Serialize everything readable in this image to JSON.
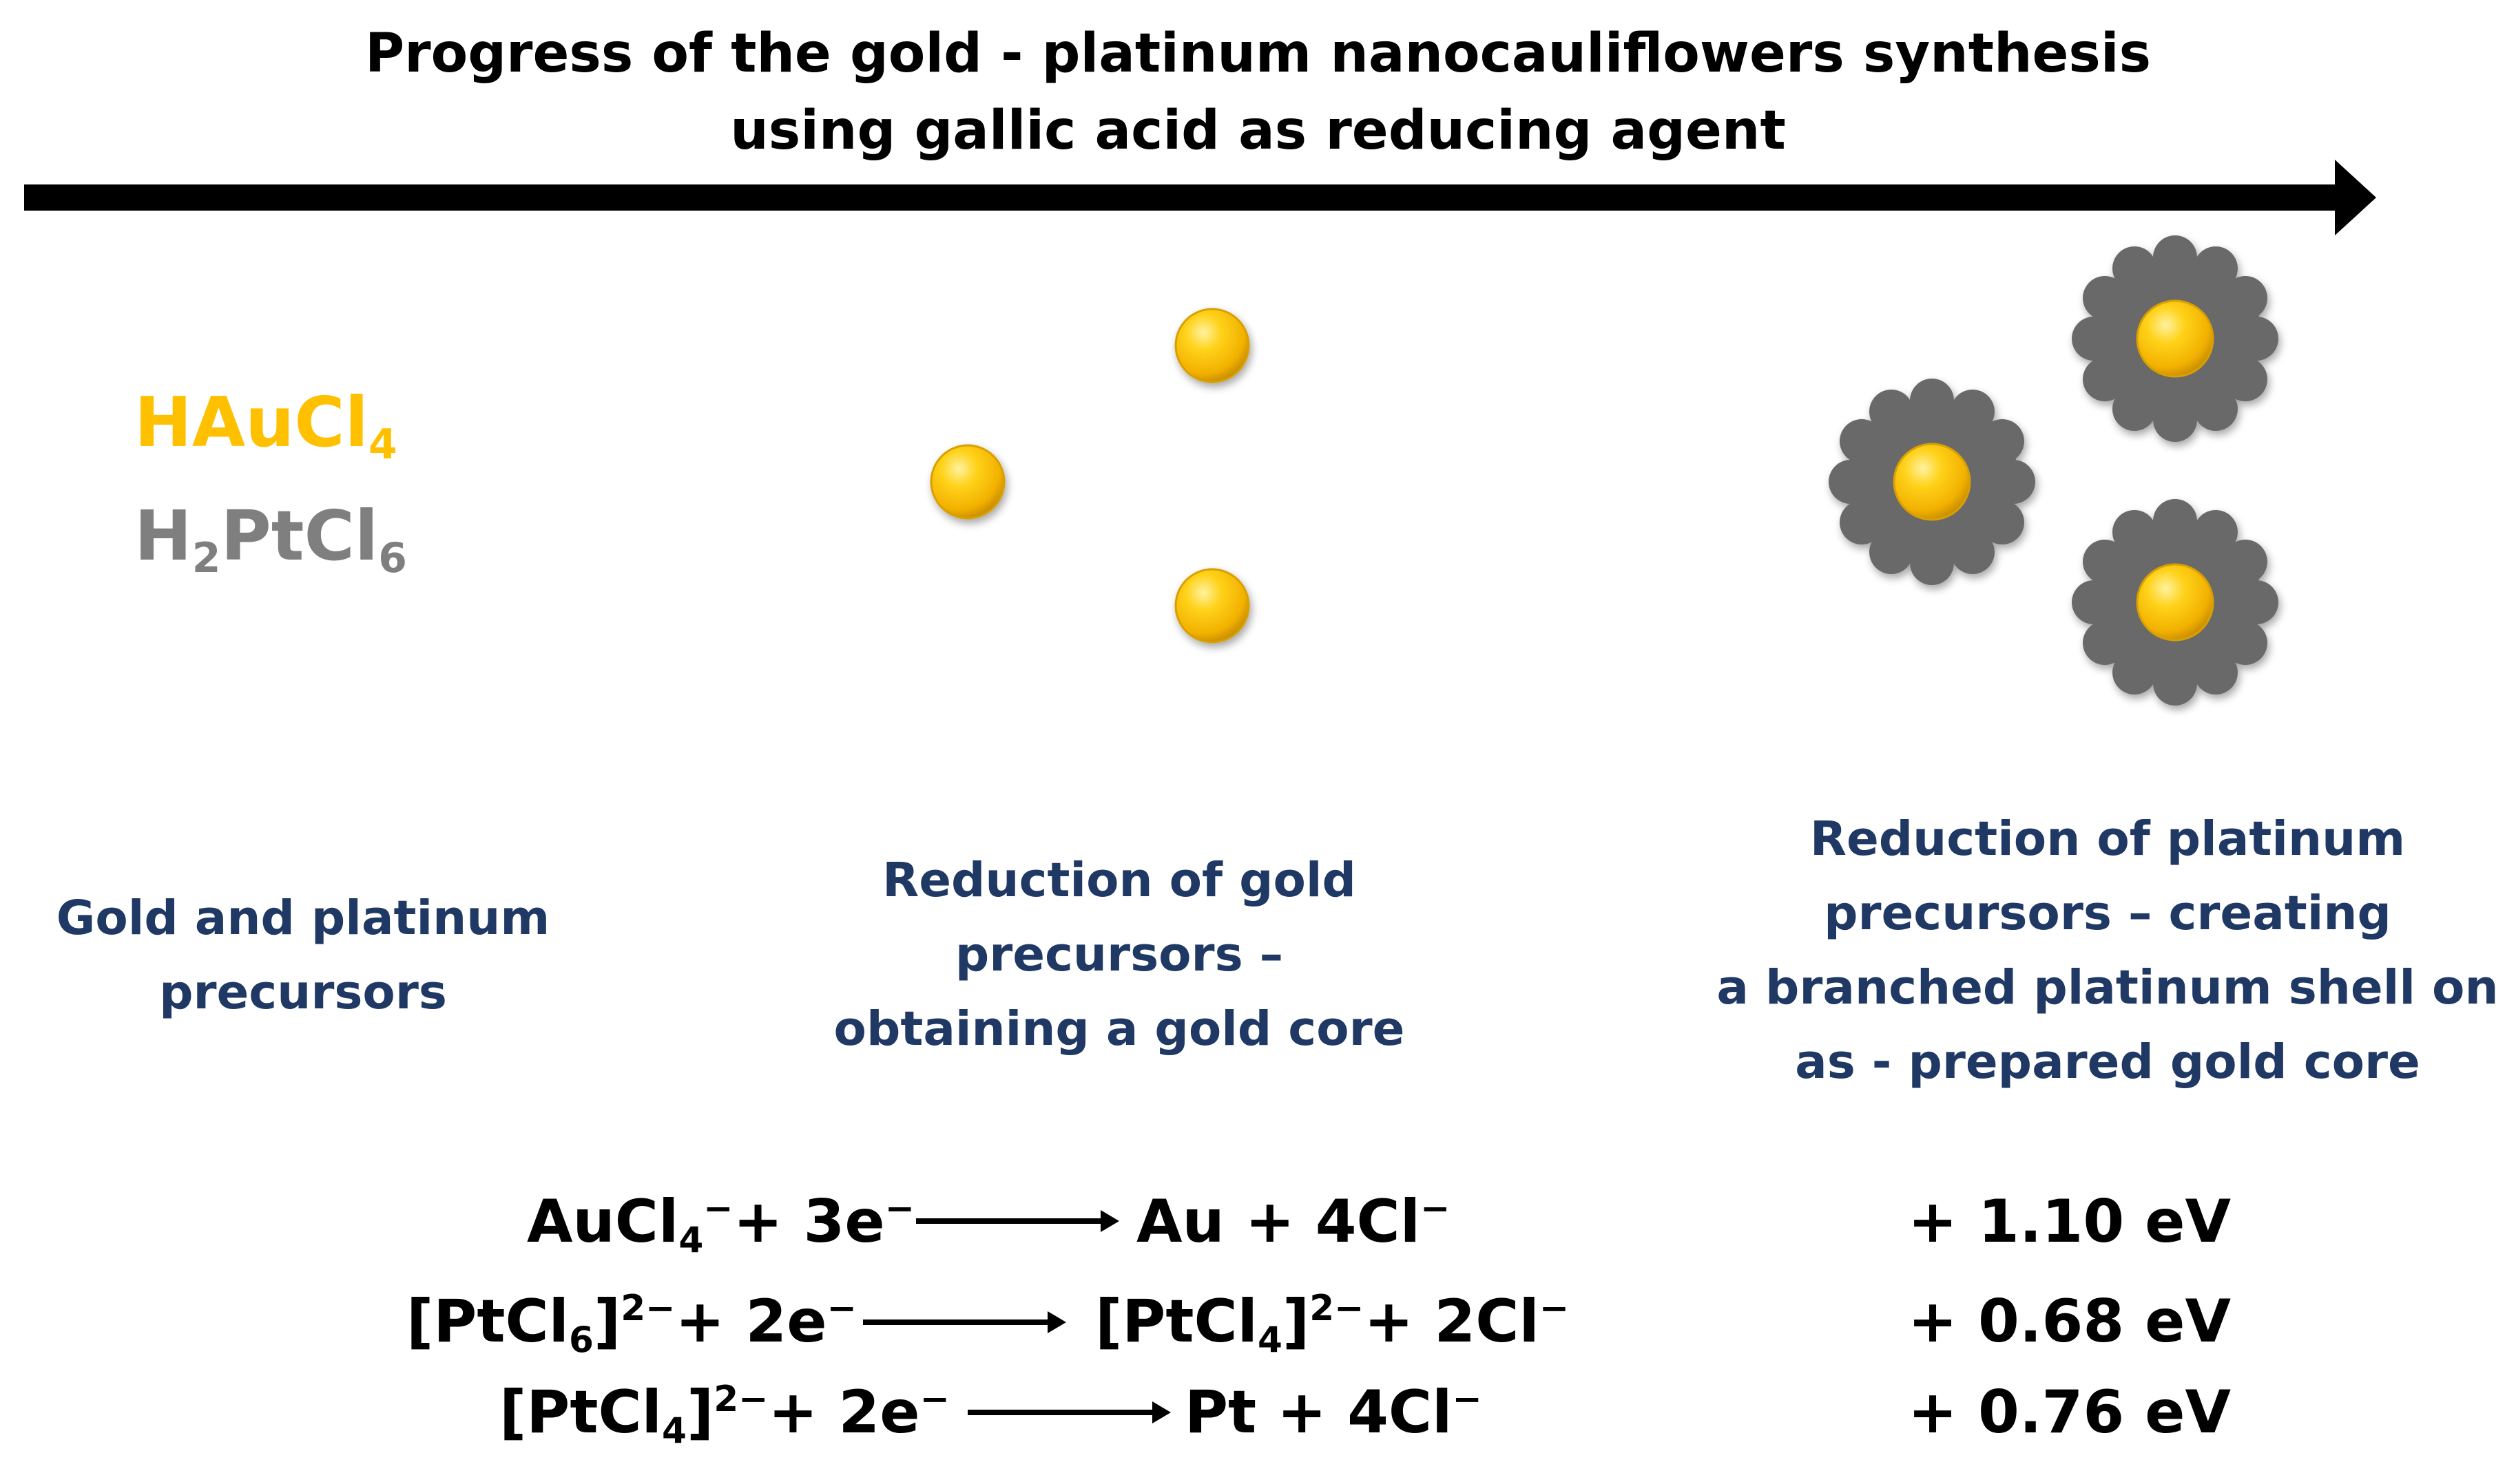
{
  "title": {
    "line1": "Progress of the gold - platinum nanocauliflowers synthesis",
    "line2": "using gallic acid as reducing agent"
  },
  "precursors": {
    "gold": {
      "base": "HAuCl",
      "sub": "4",
      "color": "#FFC000"
    },
    "platinum": {
      "pre": "H",
      "sub1": "2",
      "mid": "PtCl",
      "sub2": "6",
      "color": "#7F7F7F"
    }
  },
  "stages": [
    {
      "lines": [
        "Gold and platinum",
        "precursors"
      ]
    },
    {
      "lines": [
        "Reduction of gold",
        "precursors –",
        "obtaining a gold core"
      ]
    },
    {
      "lines": [
        "Reduction of platinum",
        "precursors – creating",
        "a branched platinum shell on",
        "as - prepared gold core"
      ]
    }
  ],
  "reactions": [
    {
      "left_a": "AuCl",
      "left_a_sub": "4",
      "left_a_sup": "−",
      "left_b": "+ 3e",
      "left_b_sup": "−",
      "right": "Au + 4Cl",
      "right_sup": "−",
      "potential": "+ 1.10 eV"
    },
    {
      "left_a": "[PtCl",
      "left_a_sub": "6",
      "left_a_close": "]",
      "left_a_sup": "2−",
      "left_b": "+ 2e",
      "left_b_sup": "−",
      "right_a": "[PtCl",
      "right_a_sub": "4",
      "right_a_close": "]",
      "right_a_sup": "2−",
      "right": "+ 2Cl",
      "right_sup": "−",
      "potential": "+ 0.68 eV"
    },
    {
      "left_a": "[PtCl",
      "left_a_sub": "4",
      "left_a_close": "]",
      "left_a_sup": "2−",
      "left_b": "+ 2e",
      "left_b_sup": "−",
      "right": "Pt + 4Cl",
      "right_sup": "−",
      "potential": "+ 0.76 eV"
    }
  ],
  "colors": {
    "gold_particle": "#FFC000",
    "platinum_shell": "#696969",
    "stage_text": "#1F3864",
    "arrow": "#000000"
  }
}
